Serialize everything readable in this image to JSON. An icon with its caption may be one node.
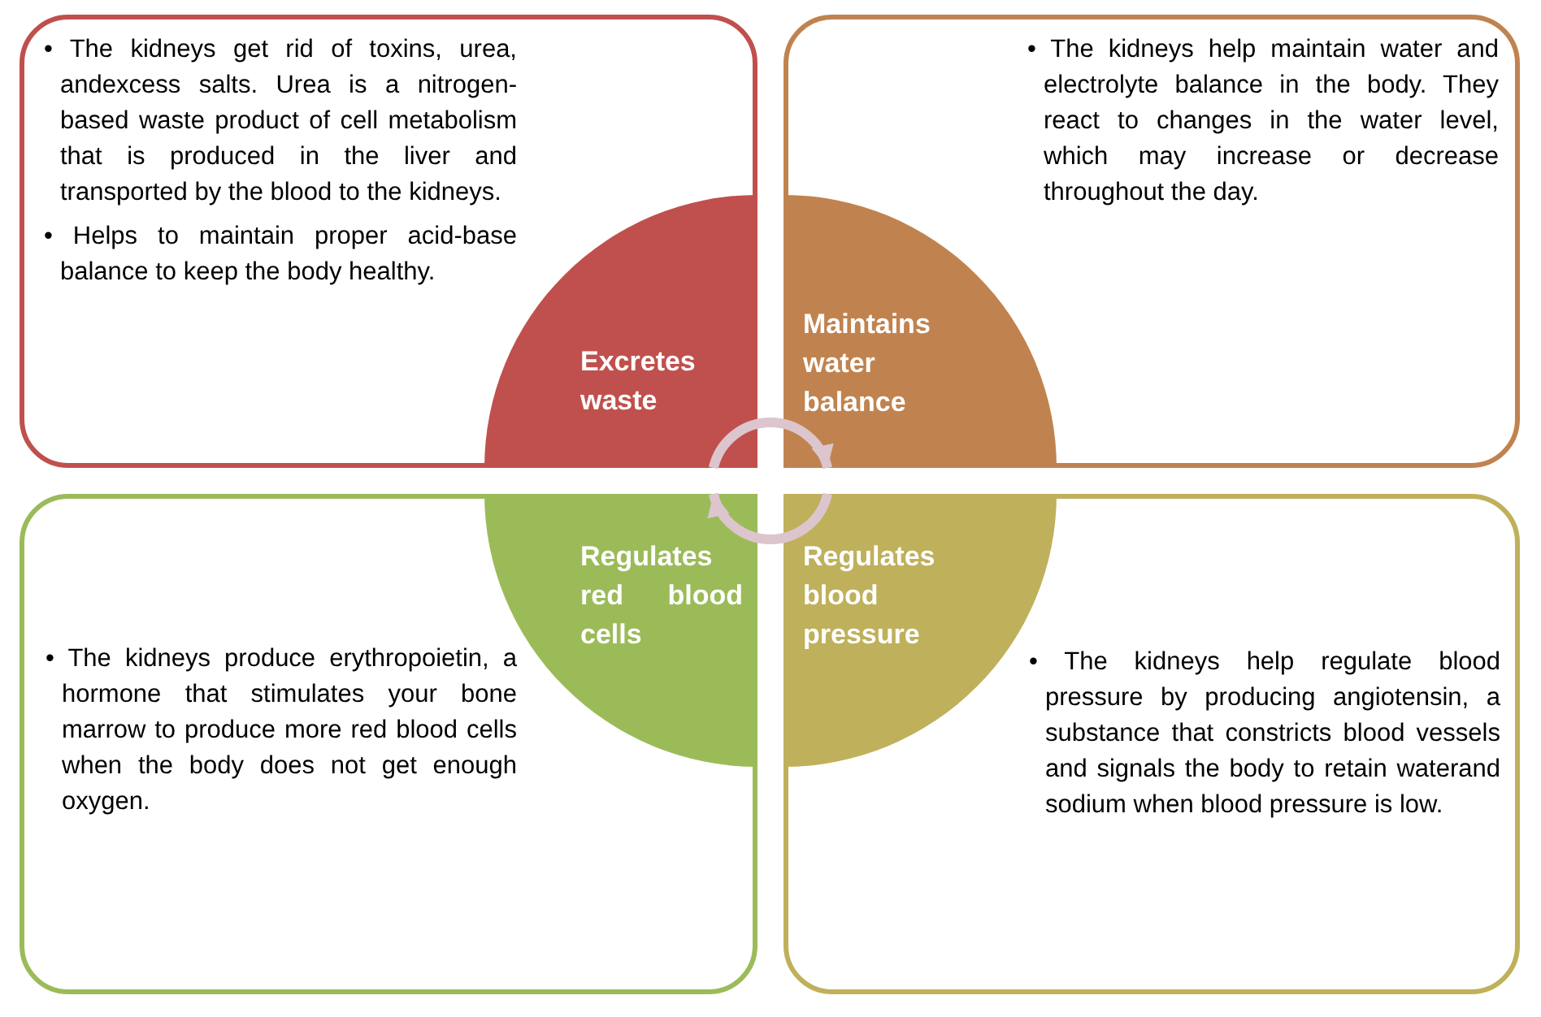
{
  "diagram": {
    "nodes": [
      {
        "text": [
          "• The kidneys get rid of toxins, urea, andexcess salts. Urea is a nitrogen-based waste product of cell metabolism that is produced in the liver and transported by the blood to the kidneys.",
          "• Helps to maintain proper acid-base balance to keep the body healthy."
        ]
      },
      {
        "text": [
          "Excretes waste"
        ],
        "in": 0
      },
      {
        "text": [
          "• The kidneys help maintain water and electrolyte balance in the body. They react to changes in the water level, which may increase or decrease throughout the day."
        ]
      },
      {
        "text": [
          "Maintains water balance"
        ],
        "in": 2
      },
      {
        "text": [
          "• The kidneys produce erythropoietin, a hormone that stimulates your bone marrow to produce more red blood cells when the body does not get enough oxygen."
        ]
      },
      {
        "text": [
          "Regulates red blood cells"
        ],
        "in": 4
      },
      {
        "text": [
          "• The kidneys help regulate blood pressure by producing angiotensin, a substance that constricts blood vessels and signals the body to retain waterand sodium when blood pressure is low."
        ]
      },
      {
        "text": [
          "Regulates blood pressure"
        ],
        "in": 6
      }
    ],
    "edges": [
      {
        "from": 1,
        "to": 3,
        "arrow": "to"
      },
      {
        "from": 7,
        "to": 5,
        "arrow": "to"
      }
    ]
  }
}
